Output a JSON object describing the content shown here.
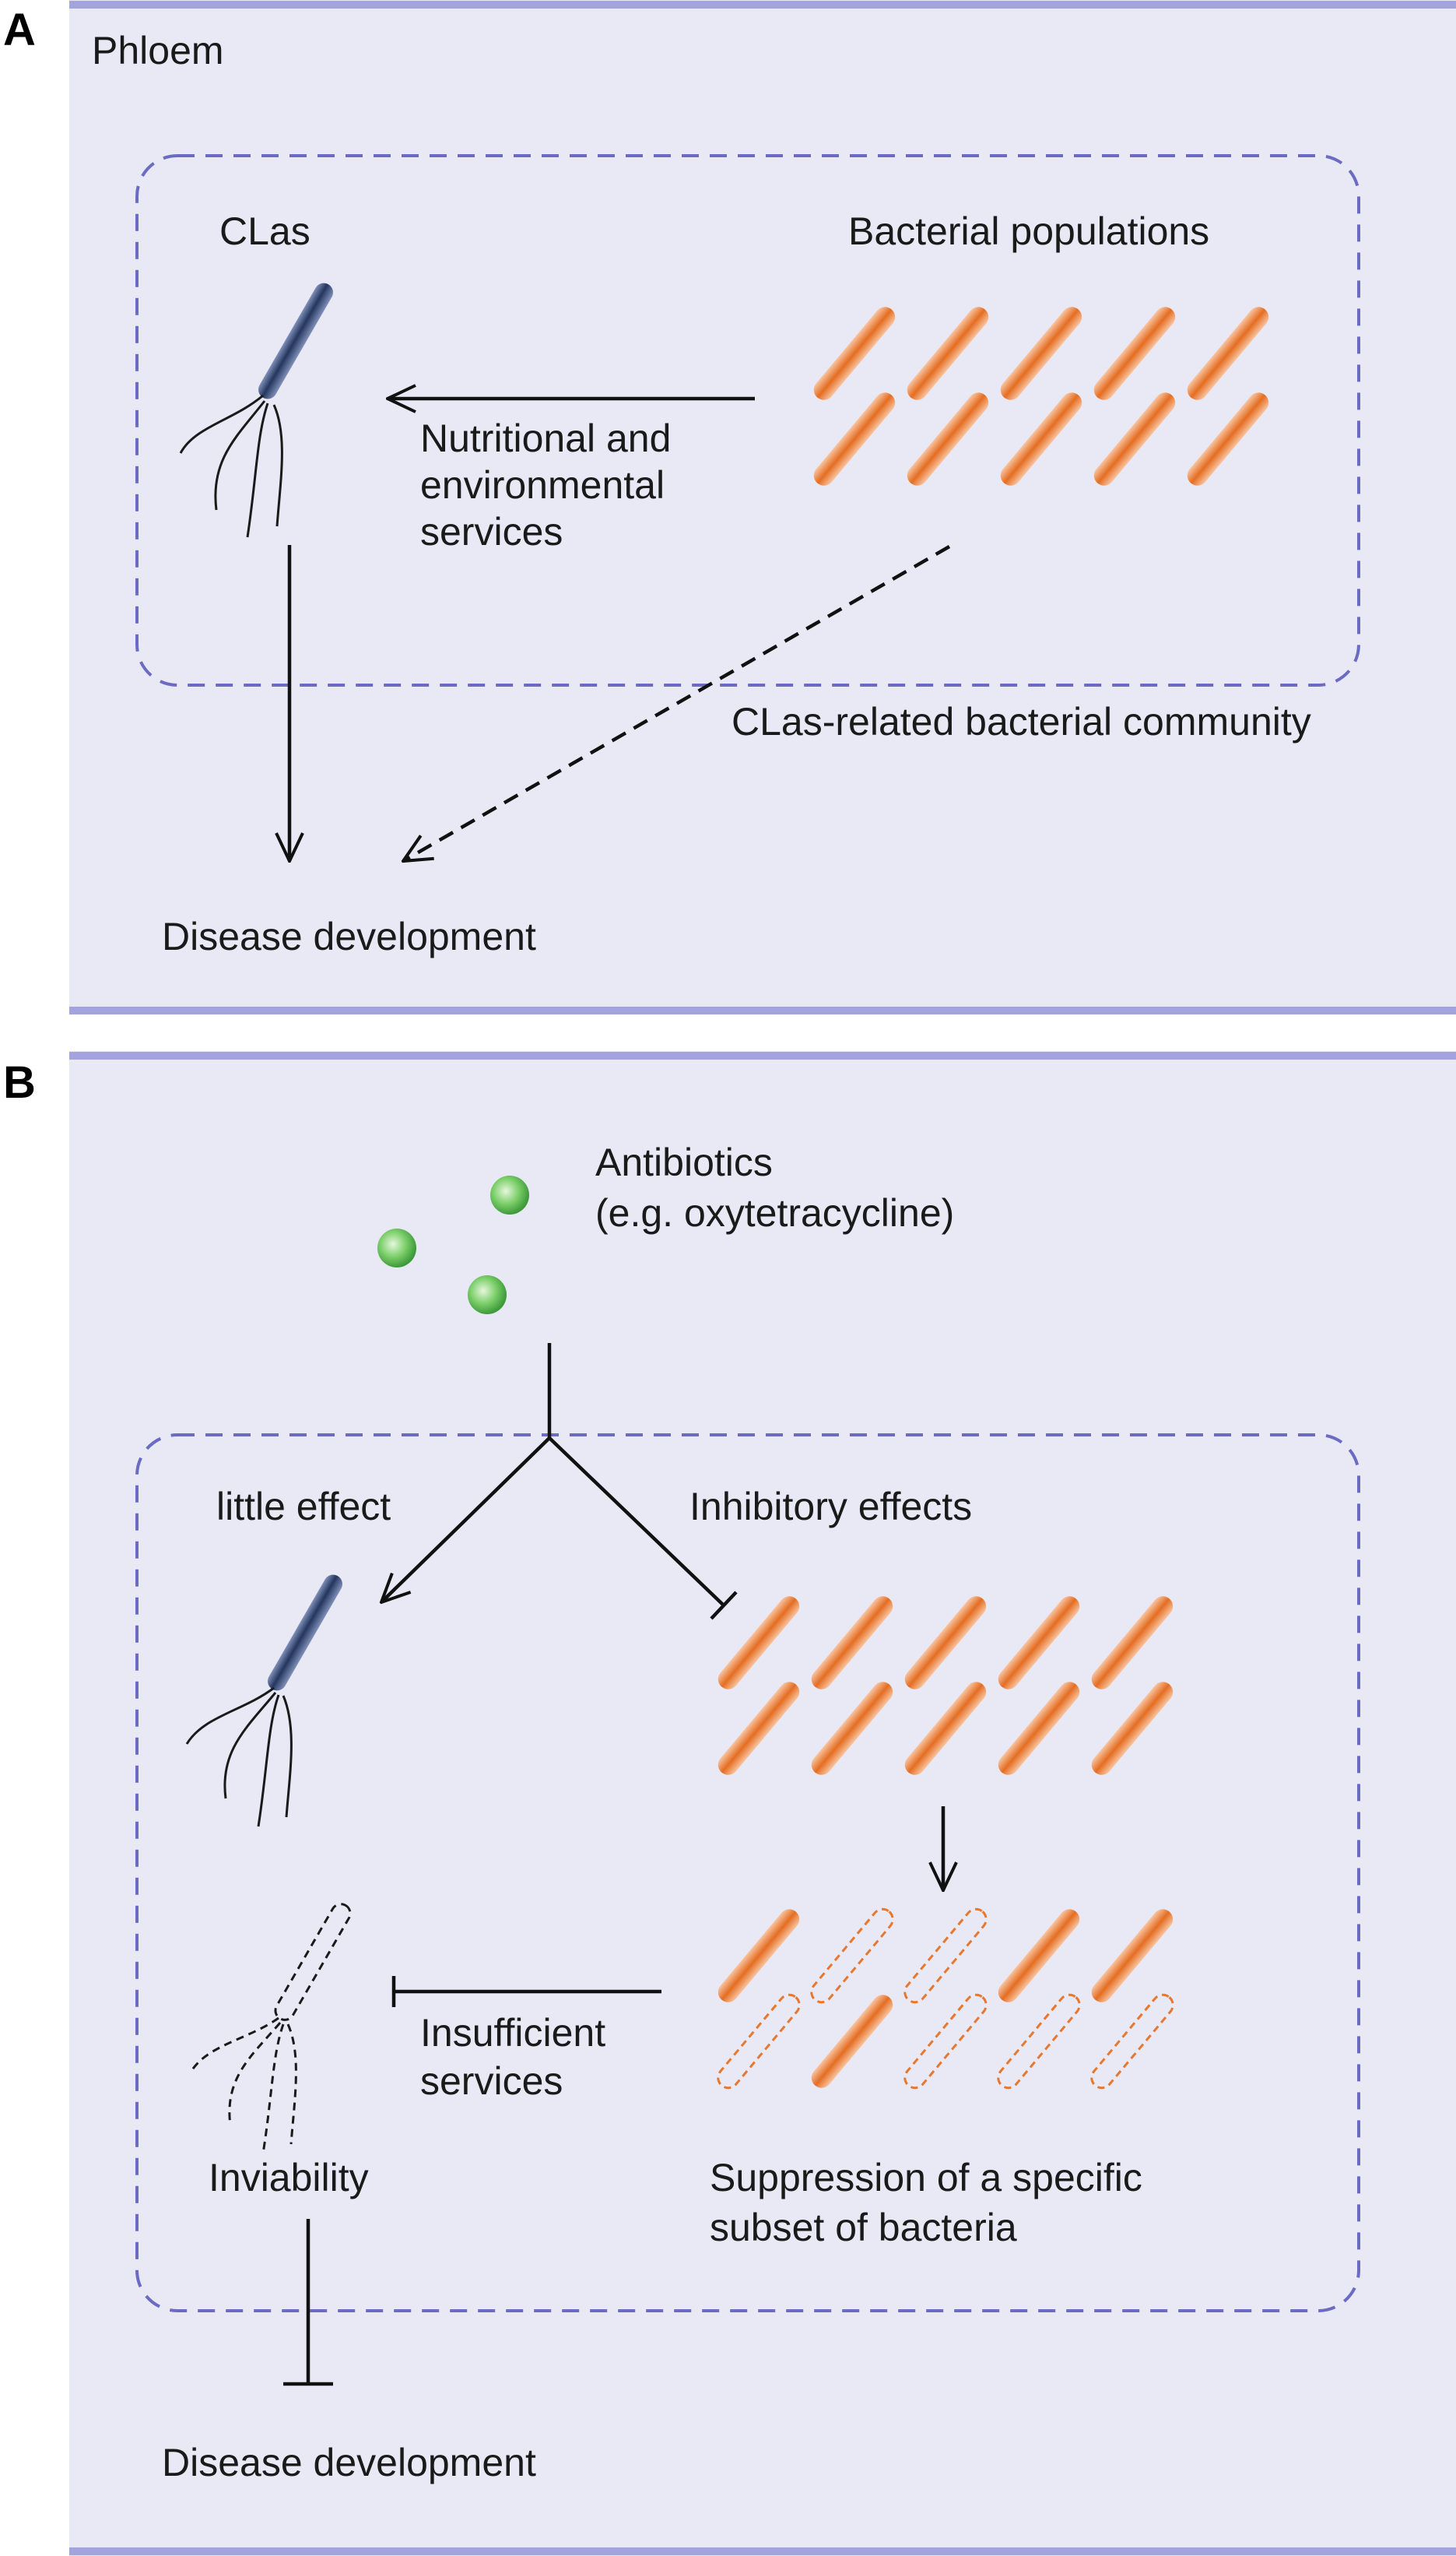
{
  "panelA": {
    "letter": "A",
    "region_label": "Phloem",
    "clas_label": "CLas",
    "populations_label": "Bacterial populations",
    "services_lines": [
      "Nutritional  and",
      "environmental",
      "services"
    ],
    "community_label": "CLas-related bacterial community",
    "disease_label": "Disease development"
  },
  "panelB": {
    "letter": "B",
    "antibiotics_lines": [
      "Antibiotics",
      "(e.g. oxytetracycline)"
    ],
    "little_effect_label": "little  effect",
    "inhibitory_label": "Inhibitory  effects",
    "insufficient_lines": [
      "Insufficient",
      "services"
    ],
    "inviability_label": "Inviability",
    "suppression_lines": [
      "Suppression of a specific",
      "subset of bacteria"
    ],
    "disease_label": "Disease development"
  },
  "colors": {
    "panel_fill": "#e9e9f6",
    "panel_border": "#a3a3dd",
    "dashed_box": "#6b6bc4",
    "bacteria_orange": "#e8772e",
    "clas_blue": "#2c3f6e",
    "antibiotic_green": "#5cb85c"
  },
  "icons": [
    "clas-bacterium-icon",
    "orange-bacterium-icon",
    "antibiotic-sphere-icon",
    "arrow-icon",
    "inhibition-bar-icon"
  ]
}
